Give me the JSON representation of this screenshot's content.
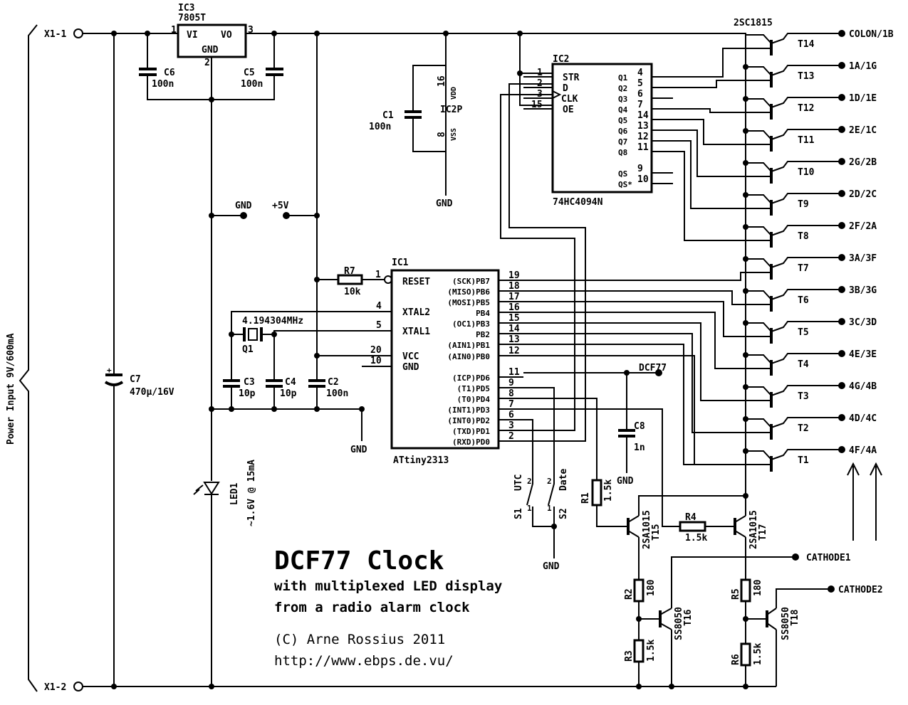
{
  "power": {
    "label": "Power Input 9V/600mA",
    "x1_1": "X1-1",
    "x1_2": "X1-2"
  },
  "ic3": {
    "ref": "IC3",
    "part": "7805T",
    "vi": "VI",
    "vo": "VO",
    "gnd": "GND",
    "pin1": "1",
    "pin2": "2",
    "pin3": "3"
  },
  "c6": {
    "ref": "C6",
    "value": "100n"
  },
  "c5": {
    "ref": "C5",
    "value": "100n"
  },
  "c7": {
    "ref": "C7",
    "value": "470µ/16V"
  },
  "c1": {
    "ref": "C1",
    "value": "100n"
  },
  "ic2p": {
    "ref": "IC2P",
    "pin16": "16",
    "vdd": "VDD",
    "pin8": "8",
    "vss": "VSS",
    "gnd": "GND"
  },
  "nets": {
    "gnd": "GND",
    "plus5v": "+5V",
    "dcf77": "DCF77",
    "cathode1": "CATHODE1",
    "cathode2": "CATHODE2",
    "gnd_ic1": "GND",
    "gnd_c8": "GND",
    "gnd_sw": "GND"
  },
  "r7": {
    "ref": "R7",
    "value": "10k",
    "pin": "1"
  },
  "crystal": {
    "ref": "Q1",
    "value": "4.194304MHz"
  },
  "c3": {
    "ref": "C3",
    "value": "10p"
  },
  "c4": {
    "ref": "C4",
    "value": "10p"
  },
  "c2": {
    "ref": "C2",
    "value": "100n"
  },
  "c8": {
    "ref": "C8",
    "value": "1n"
  },
  "led": {
    "ref": "LED1",
    "note": "~1.6V @ 15mA"
  },
  "ic1": {
    "ref": "IC1",
    "part": "ATtiny2313",
    "left_pins": [
      {
        "name": "RESET",
        "num": "1"
      },
      {
        "name": "XTAL2",
        "num": "4"
      },
      {
        "name": "XTAL1",
        "num": "5"
      },
      {
        "name": "VCC",
        "num": "20"
      },
      {
        "name": "GND",
        "num": "10"
      }
    ],
    "right_pins": [
      {
        "name": "(SCK)PB7",
        "num": "19"
      },
      {
        "name": "(MISO)PB6",
        "num": "18"
      },
      {
        "name": "(MOSI)PB5",
        "num": "17"
      },
      {
        "name": "PB4",
        "num": "16"
      },
      {
        "name": "(OC1)PB3",
        "num": "15"
      },
      {
        "name": "PB2",
        "num": "14"
      },
      {
        "name": "(AIN1)PB1",
        "num": "13"
      },
      {
        "name": "(AIN0)PB0",
        "num": "12"
      },
      {
        "name": "(ICP)PD6",
        "num": "11"
      },
      {
        "name": "(T1)PD5",
        "num": "9"
      },
      {
        "name": "(T0)PD4",
        "num": "8"
      },
      {
        "name": "(INT1)PD3",
        "num": "7"
      },
      {
        "name": "(INT0)PD2",
        "num": "6"
      },
      {
        "name": "(TXD)PD1",
        "num": "3"
      },
      {
        "name": "(RXD)PD0",
        "num": "2"
      }
    ]
  },
  "ic2": {
    "ref": "IC2",
    "part": "74HC4094N",
    "left_pins": [
      {
        "name": "STR",
        "num": "1"
      },
      {
        "name": "D",
        "num": "2"
      },
      {
        "name": "CLK",
        "num": "3"
      },
      {
        "name": "OE",
        "num": "15"
      }
    ],
    "right_pins": [
      {
        "name": "Q1",
        "num": "4"
      },
      {
        "name": "Q2",
        "num": "5"
      },
      {
        "name": "Q3",
        "num": "6"
      },
      {
        "name": "Q4",
        "num": "7"
      },
      {
        "name": "Q5",
        "num": "14"
      },
      {
        "name": "Q6",
        "num": "13"
      },
      {
        "name": "Q7",
        "num": "12"
      },
      {
        "name": "Q8",
        "num": "11"
      },
      {
        "name": "QS",
        "num": "9"
      },
      {
        "name": "QS*",
        "num": "10"
      }
    ]
  },
  "segment_driver_part": "2SC1815",
  "segments": [
    {
      "ref": "T14",
      "net": "COLON/1B"
    },
    {
      "ref": "T13",
      "net": "1A/1G"
    },
    {
      "ref": "T12",
      "net": "1D/1E"
    },
    {
      "ref": "T11",
      "net": "2E/1C"
    },
    {
      "ref": "T10",
      "net": "2G/2B"
    },
    {
      "ref": "T9",
      "net": "2D/2C"
    },
    {
      "ref": "T8",
      "net": "2F/2A"
    },
    {
      "ref": "T7",
      "net": "3A/3F"
    },
    {
      "ref": "T6",
      "net": "3B/3G"
    },
    {
      "ref": "T5",
      "net": "3C/3D"
    },
    {
      "ref": "T4",
      "net": "4E/3E"
    },
    {
      "ref": "T3",
      "net": "4G/4B"
    },
    {
      "ref": "T2",
      "net": "4D/4C"
    },
    {
      "ref": "T1",
      "net": "4F/4A"
    }
  ],
  "switches": {
    "s1": "S1",
    "s1_name": "UTC",
    "s2": "S2",
    "s2_name": "Date",
    "p1": "1",
    "p2": "2"
  },
  "r1": {
    "ref": "R1",
    "value": "1.5k"
  },
  "r4": {
    "ref": "R4",
    "value": "1.5k"
  },
  "r2": {
    "ref": "R2",
    "value": "180"
  },
  "r3": {
    "ref": "R3",
    "value": "1.5k"
  },
  "r5": {
    "ref": "R5",
    "value": "180"
  },
  "r6": {
    "ref": "R6",
    "value": "1.5k"
  },
  "t15": {
    "ref": "T15",
    "part": "2SA1015"
  },
  "t17": {
    "ref": "T17",
    "part": "2SA1015"
  },
  "t16": {
    "ref": "T16",
    "part": "SS8050"
  },
  "t18": {
    "ref": "T18",
    "part": "SS8050"
  },
  "caption": {
    "title": "DCF77 Clock",
    "line1": "with multiplexed LED display",
    "line2": "from a radio alarm clock",
    "copyright": "(C) Arne Rossius 2011",
    "url": "http://www.ebps.de.vu/"
  }
}
